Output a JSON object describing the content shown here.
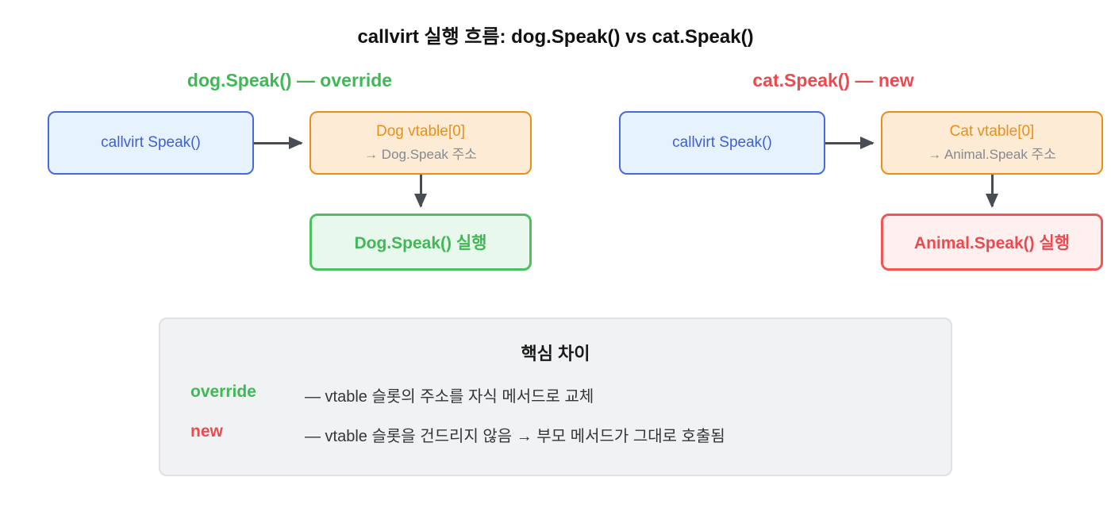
{
  "title": "callvirt 실행 흐름: dog.Speak() vs cat.Speak()",
  "colors": {
    "override_green": "#3fb955",
    "new_red": "#ee4a4e",
    "call_blue": "#3f5fd8",
    "vtable_orange": "#ec8f16",
    "arrow_gray": "#474c55",
    "panel_bg": "#f1f2f4"
  },
  "flows": [
    {
      "heading": "dog.Speak() — override",
      "call_box": "callvirt Speak()",
      "vtable_box": {
        "title": "Dog vtable[0]",
        "subtitle": "→ Dog.Speak 주소"
      },
      "result_box": "Dog.Speak() 실행",
      "result_status": "override"
    },
    {
      "heading": "cat.Speak() — new",
      "call_box": "callvirt Speak()",
      "vtable_box": {
        "title": "Cat vtable[0]",
        "subtitle": "→ Animal.Speak 주소"
      },
      "result_box": "Animal.Speak() 실행",
      "result_status": "new"
    }
  ],
  "summary": {
    "title": "핵심 차이",
    "rows": [
      {
        "keyword": "override",
        "description": "— vtable 슬롯의 주소를 자식 메서드로 교체"
      },
      {
        "keyword": "new",
        "description": "— vtable 슬롯을 건드리지 않음 → 부모 메서드가 그대로 호출됨"
      }
    ]
  }
}
